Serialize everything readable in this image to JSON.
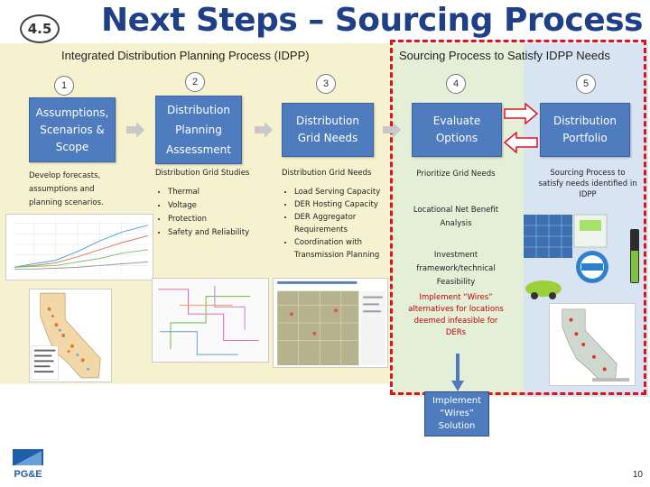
{
  "slide": {
    "badge": "4.5",
    "title": "Next Steps – Sourcing Process",
    "page_number": "10"
  },
  "sections": {
    "idpp_title": "Integrated Distribution Planning Process (IDPP)",
    "sourcing_title": "Sourcing Process to Satisfy IDPP Needs"
  },
  "steps": [
    {
      "number": "1",
      "lines": [
        "Assumptions,",
        "Scenarios &",
        "Scope"
      ],
      "desc": [
        "Develop forecasts,",
        "assumptions and",
        "planning scenarios."
      ]
    },
    {
      "number": "2",
      "lines": [
        "Distribution",
        "Planning",
        "Assessment"
      ],
      "heading": "Distribution Grid Studies",
      "bullets": [
        "Thermal",
        "Voltage",
        "Protection",
        "Safety and Reliability"
      ]
    },
    {
      "number": "3",
      "lines": [
        "Distribution",
        "Grid Needs"
      ],
      "heading": "Distribution Grid Needs",
      "bullets": [
        "Load Serving Capacity",
        "DER Hosting Capacity",
        "DER Aggregator Requirements",
        "Coordination with Transmission Planning"
      ]
    },
    {
      "number": "4",
      "lines": [
        "Evaluate",
        "Options"
      ],
      "items": [
        "Prioritize Grid Needs",
        "Locational Net Benefit Analysis",
        "Investment framework/technical Feasibility"
      ],
      "red_note": "Implement “Wires” alternatives for locations deemed infeasible for DERs"
    },
    {
      "number": "5",
      "lines": [
        "Distribution",
        "Portfolio"
      ],
      "desc": "Sourcing Process to satisfy needs identified in IDPP"
    }
  ],
  "implement_box": [
    "Implement",
    "“Wires”",
    "Solution"
  ],
  "logo": {
    "text": "PG&E",
    "color": "#1f5fa8"
  },
  "colors": {
    "title": "#1f3f86",
    "box_blue": "#4e7cbf",
    "beige": "#f6f2cf",
    "green": "#e4efd8",
    "light_blue": "#d9e4f2",
    "dashed_red": "#e0121c",
    "arrow_gray": "#c8c8c8",
    "arrow_red": "#e0121c"
  },
  "icons": [
    "gray-right-arrow-icon",
    "red-right-arrow-icon",
    "red-left-arrow-icon",
    "down-arrow-icon"
  ]
}
